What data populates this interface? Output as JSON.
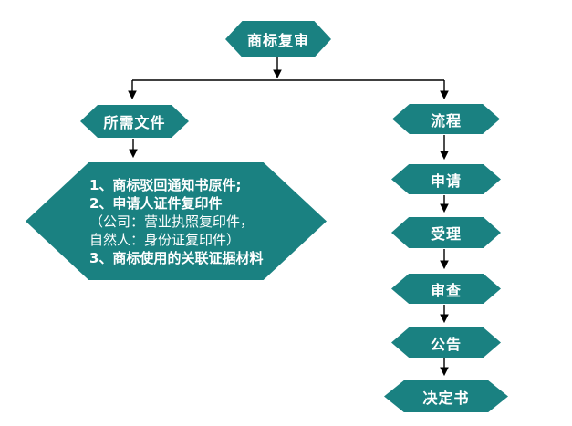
{
  "diagram": {
    "type": "flowchart",
    "colors": {
      "shape_fill": "#1a8181",
      "shape_text": "#ffffff",
      "connector": "#000000",
      "background": "#ffffff"
    },
    "root": {
      "label": "商标复审"
    },
    "left_branch": {
      "header": "所需文件",
      "details": [
        {
          "text": "1、商标驳回通知书原件;"
        },
        {
          "text": "2、申请人证件复印件"
        },
        {
          "text": "（公司：营业执照复印件，"
        },
        {
          "text": "自然人：身份证复印件）"
        },
        {
          "text": "3、商标使用的关联证据材料"
        }
      ]
    },
    "right_branch": {
      "header": "流程",
      "steps": [
        "申请",
        "受理",
        "审查",
        "公告",
        "决定书"
      ]
    }
  }
}
